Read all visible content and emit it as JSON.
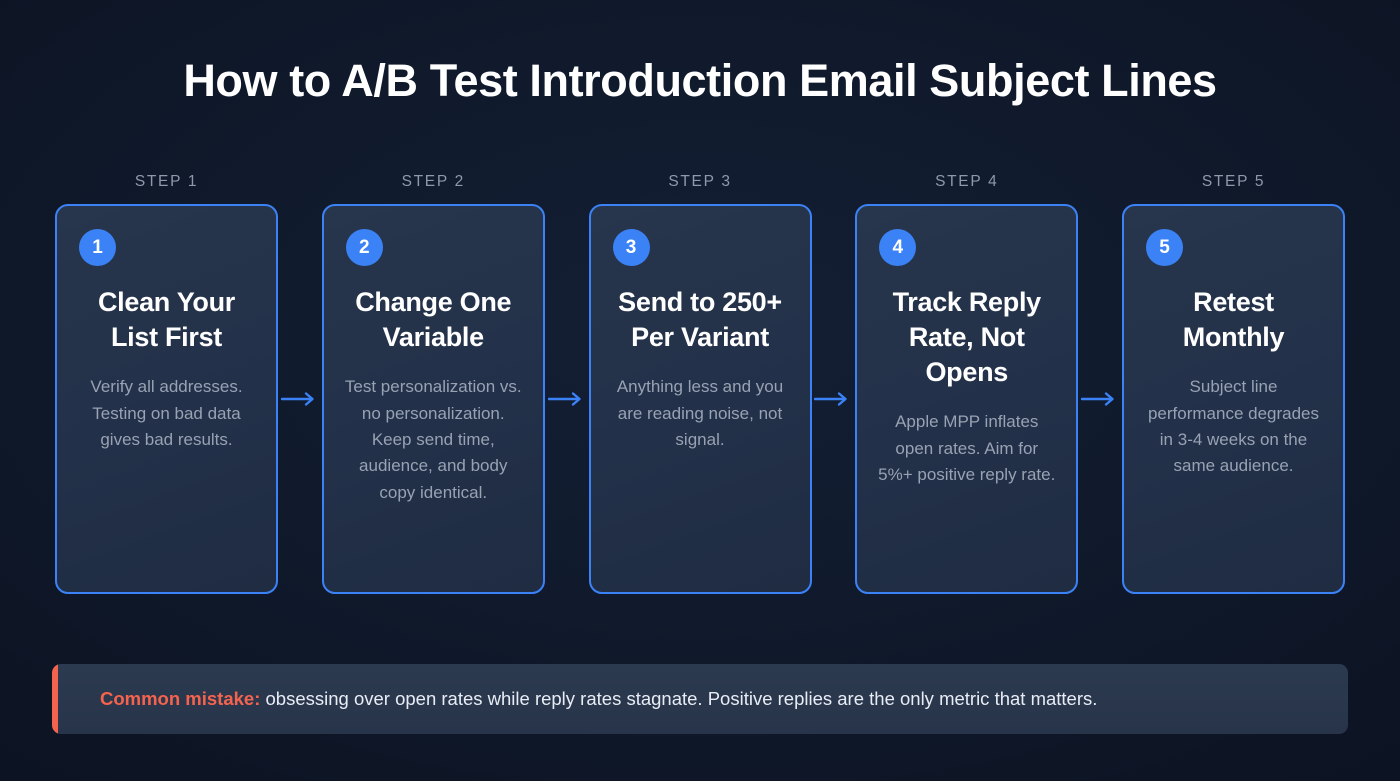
{
  "header": {
    "title": "How to A/B Test Introduction Email Subject Lines"
  },
  "colors": {
    "background": "#0c1322",
    "card_background": "#243246",
    "card_border": "#3b82f6",
    "badge": "#3b82f6",
    "heading_text": "#ffffff",
    "body_text": "#98a2b3",
    "step_label": "#8e99ab",
    "accent_warning": "#f4634e",
    "arrow": "#3b82f6"
  },
  "steps": [
    {
      "label": "STEP 1",
      "number": "1",
      "heading": "Clean Your List First",
      "description": "Verify all addresses. Testing on bad data gives bad results."
    },
    {
      "label": "STEP 2",
      "number": "2",
      "heading": "Change One Variable",
      "description": "Test personalization vs. no personalization. Keep send time, audience, and body copy identical."
    },
    {
      "label": "STEP 3",
      "number": "3",
      "heading": "Send to 250+ Per Variant",
      "description": "Anything less and you are reading noise, not signal."
    },
    {
      "label": "STEP 4",
      "number": "4",
      "heading": "Track Reply Rate, Not Opens",
      "description": "Apple MPP inflates open rates. Aim for 5%+ positive reply rate."
    },
    {
      "label": "STEP 5",
      "number": "5",
      "heading": "Retest Monthly",
      "description": "Subject line performance degrades in 3-4 weeks on the same audience."
    }
  ],
  "callout": {
    "label": "Common mistake:",
    "text": " obsessing over open rates while reply rates stagnate. Positive replies are the only metric that matters."
  }
}
